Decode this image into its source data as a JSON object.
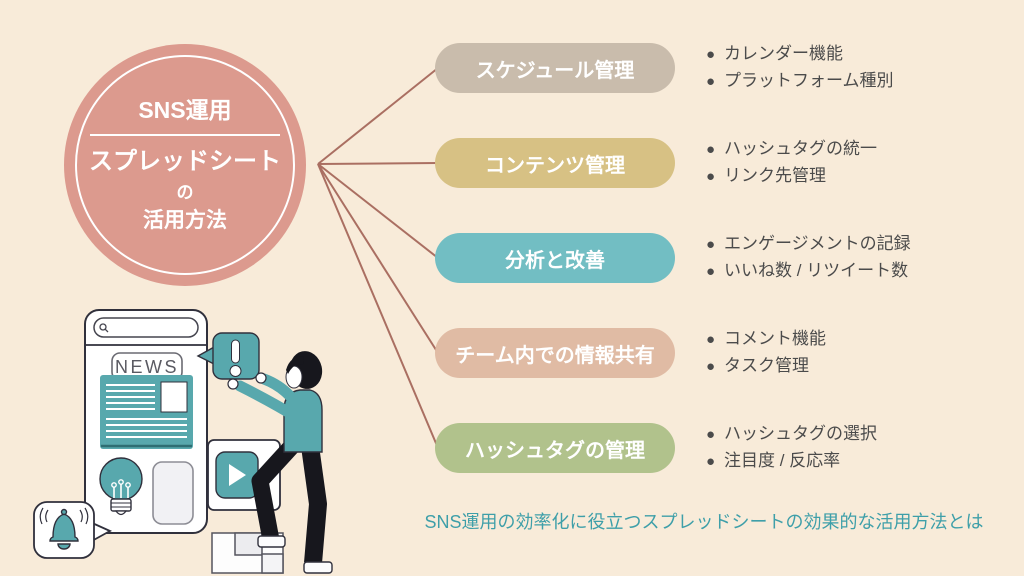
{
  "colors": {
    "bg": "#f8ebd9",
    "circle": "#dc9a8e",
    "connector": "#aa6f62",
    "caption": "#3e9fa9",
    "text": "#4b4b4b",
    "teal": "#58a8ad",
    "outline": "#30303c"
  },
  "main_circle": {
    "title": "SNS運用",
    "subtitle": "スプレッドシート",
    "particle": "の",
    "subtitle2": "活用方法"
  },
  "branches": [
    {
      "label": "スケジュール管理",
      "color": "#c9bcac",
      "items": [
        "カレンダー機能",
        "プラットフォーム種別"
      ]
    },
    {
      "label": "コンテンツ管理",
      "color": "#d7c184",
      "items": [
        "ハッシュタグの統一",
        "リンク先管理"
      ]
    },
    {
      "label": "分析と改善",
      "color": "#72bec3",
      "items": [
        "エンゲージメントの記録",
        "いいね数 / リツイート数"
      ]
    },
    {
      "label": "チーム内での情報共有",
      "color": "#e0bba4",
      "items": [
        "コメント機能",
        "タスク管理"
      ]
    },
    {
      "label": "ハッシュタグの管理",
      "color": "#b1c28c",
      "items": [
        "ハッシュタグの選択",
        "注目度 / 反応率"
      ]
    }
  ],
  "caption": "SNS運用の効率化に役立つスプレッドシートの効果的な活用方法とは",
  "illustration": {
    "news_label": "NEWS"
  }
}
